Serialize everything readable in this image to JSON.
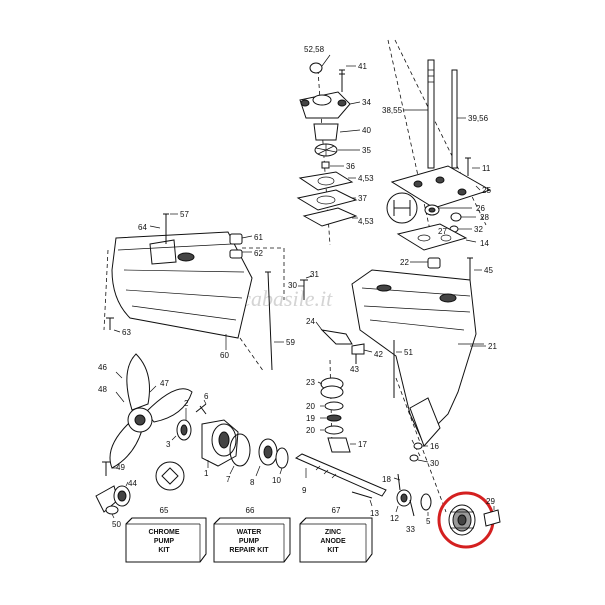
{
  "watermark": "nauticabasile.it",
  "callouts": [
    {
      "id": "p52",
      "text": "52,58"
    },
    {
      "id": "p41",
      "text": "41"
    },
    {
      "id": "p34",
      "text": "34"
    },
    {
      "id": "p40",
      "text": "40"
    },
    {
      "id": "p35",
      "text": "35"
    },
    {
      "id": "p36",
      "text": "36"
    },
    {
      "id": "p4a",
      "text": "4,53"
    },
    {
      "id": "p37",
      "text": "37"
    },
    {
      "id": "p4b",
      "text": "4,53"
    },
    {
      "id": "p38",
      "text": "38,55"
    },
    {
      "id": "p39",
      "text": "39,56"
    },
    {
      "id": "p11",
      "text": "11"
    },
    {
      "id": "p25",
      "text": "25"
    },
    {
      "id": "p26",
      "text": "26"
    },
    {
      "id": "p28",
      "text": "28"
    },
    {
      "id": "p32",
      "text": "32"
    },
    {
      "id": "p27",
      "text": "27"
    },
    {
      "id": "p14",
      "text": "14"
    },
    {
      "id": "p22",
      "text": "22"
    },
    {
      "id": "p45",
      "text": "45"
    },
    {
      "id": "p64",
      "text": "64"
    },
    {
      "id": "p57",
      "text": "57"
    },
    {
      "id": "p61",
      "text": "61"
    },
    {
      "id": "p62",
      "text": "62"
    },
    {
      "id": "p31",
      "text": "31"
    },
    {
      "id": "p30a",
      "text": "30"
    },
    {
      "id": "p24",
      "text": "24"
    },
    {
      "id": "p42",
      "text": "42"
    },
    {
      "id": "p43",
      "text": "43"
    },
    {
      "id": "p51",
      "text": "51"
    },
    {
      "id": "p21",
      "text": "21"
    },
    {
      "id": "p63",
      "text": "63"
    },
    {
      "id": "p60",
      "text": "60"
    },
    {
      "id": "p59",
      "text": "59"
    },
    {
      "id": "p46",
      "text": "46"
    },
    {
      "id": "p47",
      "text": "47"
    },
    {
      "id": "p48",
      "text": "48"
    },
    {
      "id": "p23",
      "text": "23"
    },
    {
      "id": "p20a",
      "text": "20"
    },
    {
      "id": "p19",
      "text": "19"
    },
    {
      "id": "p20b",
      "text": "20"
    },
    {
      "id": "p17",
      "text": "17"
    },
    {
      "id": "p2",
      "text": "2"
    },
    {
      "id": "p6",
      "text": "6"
    },
    {
      "id": "p3",
      "text": "3"
    },
    {
      "id": "p1",
      "text": "1"
    },
    {
      "id": "p7",
      "text": "7"
    },
    {
      "id": "p8",
      "text": "8"
    },
    {
      "id": "p10",
      "text": "10"
    },
    {
      "id": "p9",
      "text": "9"
    },
    {
      "id": "p16",
      "text": "16"
    },
    {
      "id": "p30b",
      "text": "30"
    },
    {
      "id": "p18",
      "text": "18"
    },
    {
      "id": "p13",
      "text": "13"
    },
    {
      "id": "p12",
      "text": "12"
    },
    {
      "id": "p33",
      "text": "33"
    },
    {
      "id": "p5",
      "text": "5"
    },
    {
      "id": "p29",
      "text": "29"
    },
    {
      "id": "p49",
      "text": "49"
    },
    {
      "id": "p44",
      "text": "44"
    },
    {
      "id": "p50",
      "text": "50"
    }
  ],
  "kits": [
    {
      "id": "k65",
      "number": "65",
      "lines": [
        "CHROME",
        "PUMP",
        "KIT"
      ]
    },
    {
      "id": "k66",
      "number": "66",
      "lines": [
        "WATER",
        "PUMP",
        "REPAIR KIT"
      ]
    },
    {
      "id": "k67",
      "number": "67",
      "lines": [
        "ZINC",
        "ANODE",
        "KIT"
      ]
    }
  ],
  "highlight_color": "#d42020"
}
